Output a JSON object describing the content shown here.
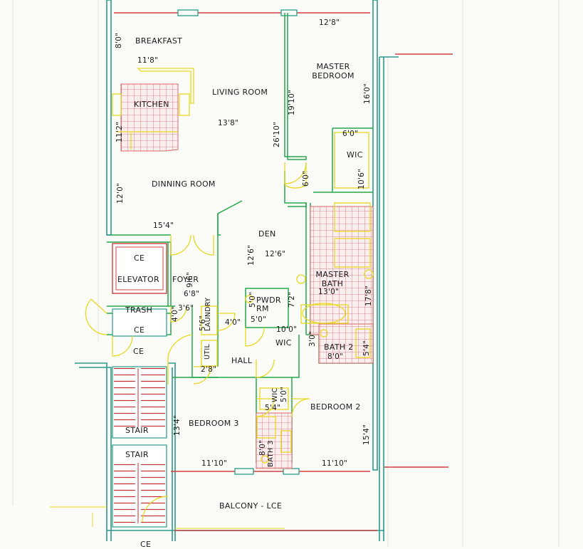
{
  "rooms": {
    "breakfast": "BREAKFAST",
    "living_room": "LIVING ROOM",
    "kitchen": "KITCHEN",
    "master_bedroom": "MASTER BEDROOM",
    "wic_master": "WIC",
    "dinning_room": "DINNING ROOM",
    "den": "DEN",
    "ce_elevator": "CE",
    "elevator": "ELEVATOR",
    "foyer": "FOYER",
    "trash": "TRASH",
    "ce_trash": "CE",
    "pwdr_rm": "PWDR RM",
    "master_bath": "MASTER BATH",
    "laundry": "LAUNDRY",
    "wic_hall": "WIC",
    "ce_lobby": "CE",
    "util": "UTIL",
    "hall": "HALL",
    "bath_2": "BATH 2",
    "wic_bed2": "WIC",
    "bedroom_2": "BEDROOM 2",
    "bedroom_3": "BEDROOM 3",
    "bath_3": "BATH 3",
    "stair_upper": "STAIR",
    "stair_lower": "STAIR",
    "balcony": "BALCONY - LCE",
    "ce_bottom": "CE"
  },
  "dims": {
    "master_width": "12'8\"",
    "breakfast_depth": "8'0\"",
    "kitchen_width": "11'8\"",
    "living_width": "13'8\"",
    "kitchen_depth": "11'2\"",
    "living_depth": "26'10\"",
    "master_depth_a": "19'10\"",
    "master_depth_b": "16'0\"",
    "wic_width": "6'0\"",
    "wic_depth": "10'6\"",
    "closet_depth": "6'0\"",
    "dinning_depth": "12'0\"",
    "dinning_width": "15'4\"",
    "den_depth": "12'6\"",
    "den_width": "12'6\"",
    "foyer_depth": "9'6\"",
    "foyer_width": "6'8\"",
    "master_bath_width": "13'0\"",
    "master_bath_depth": "17'8\"",
    "trash_a": "4'0\"",
    "trash_b": "3'6\"",
    "pwdr_depth": "5'0\"",
    "pwdr_width": "5'0\"",
    "pwdr_side": "7'2\"",
    "laundry_depth": "5'6\"",
    "hall_width": "4'0\"",
    "hall_wic_width": "10'0\"",
    "hall_wic_depth": "3'0\"",
    "bath2_width": "8'0\"",
    "bath2_depth": "5'4\"",
    "util_width": "2'8\"",
    "wic_bed2_depth": "5'0\"",
    "wic_bed2_width": "5'4\"",
    "bed3_depth": "13'4\"",
    "bed2_depth": "15'4\"",
    "bath3_depth": "8'0\"",
    "bed3_width": "11'10\"",
    "bed2_width": "11'10\""
  },
  "colors": {
    "wall": "#2a9a8a",
    "wall_inner": "#24a84a",
    "window": "#d04040",
    "fixture": "#e8d820",
    "tile": "#d46a6a",
    "stair": "#c03030",
    "background": "#fbfbf8"
  }
}
